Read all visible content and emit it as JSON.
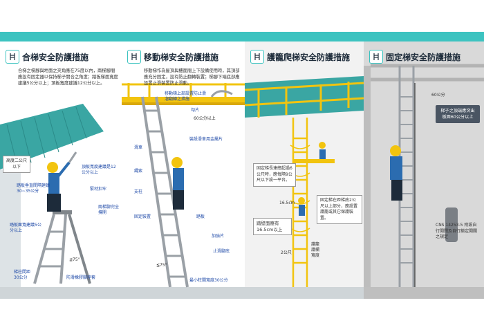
{
  "panels": [
    {
      "title": "合梯安全防護措施",
      "description": "合梯之梯腳與地面之夾角應在75度以內，兩梯腳間應設有固定器以保持梯子開合之角度；踏板梯面寬度建議5公分以上；頂板寬度建議12公分以上。",
      "labels": [
        "高度二公尺以下",
        "頂板寬度建議是12公分以上",
        "踏板垂直間隔建議30~35公分",
        "緊材扣牢",
        "兩梯腳完全撐開",
        "踏板面寬建議5公分以上",
        "≦75°",
        "梯柱間距30公分",
        "防滑橡膠腳座套"
      ]
    },
    {
      "title": "移動梯安全防護措施",
      "description": "移動梯作為屋頂與樓面間上下設備使用時，其頂部應充分固定，設有防止翻轉裝置；梯腳下端底部應設置止滑裝置防止滑動。",
      "labels": [
        "移動梯上部設置防止滑溜翻轉之措施",
        "勾片",
        "60公分以上",
        "裝設滑車用金屬片",
        "滑車",
        "繩索",
        "支柱",
        "固定裝置",
        "踏板",
        "加強片",
        "止滑腳底",
        "≦75°",
        "最小柱間寬度30公分"
      ]
    },
    {
      "title": "護籠爬梯安全防護措施",
      "labels": [
        "固定梯長達總超過6公尺時，應每隔9公尺以下設一平台。",
        "16.5cm",
        "踏壁面應有16.5cm以上",
        "固定梯在距梯底2公尺以上部分，應設置護籠或其它保護裝置。",
        "2公尺",
        "護籠 護欄寬度"
      ]
    },
    {
      "title": "固定梯安全防護措施",
      "labels": [
        "60公分",
        "梯子之頂端應突出板面60公分以上",
        "CNS 14253-5 附設自行開閉及自行鎖定開關之規定"
      ]
    }
  ],
  "colors": {
    "accent": "#3cc3c0",
    "yellow": "#f2c40f",
    "worker_blue": "#2b6cb0",
    "ladder": "#9aa0a6"
  }
}
